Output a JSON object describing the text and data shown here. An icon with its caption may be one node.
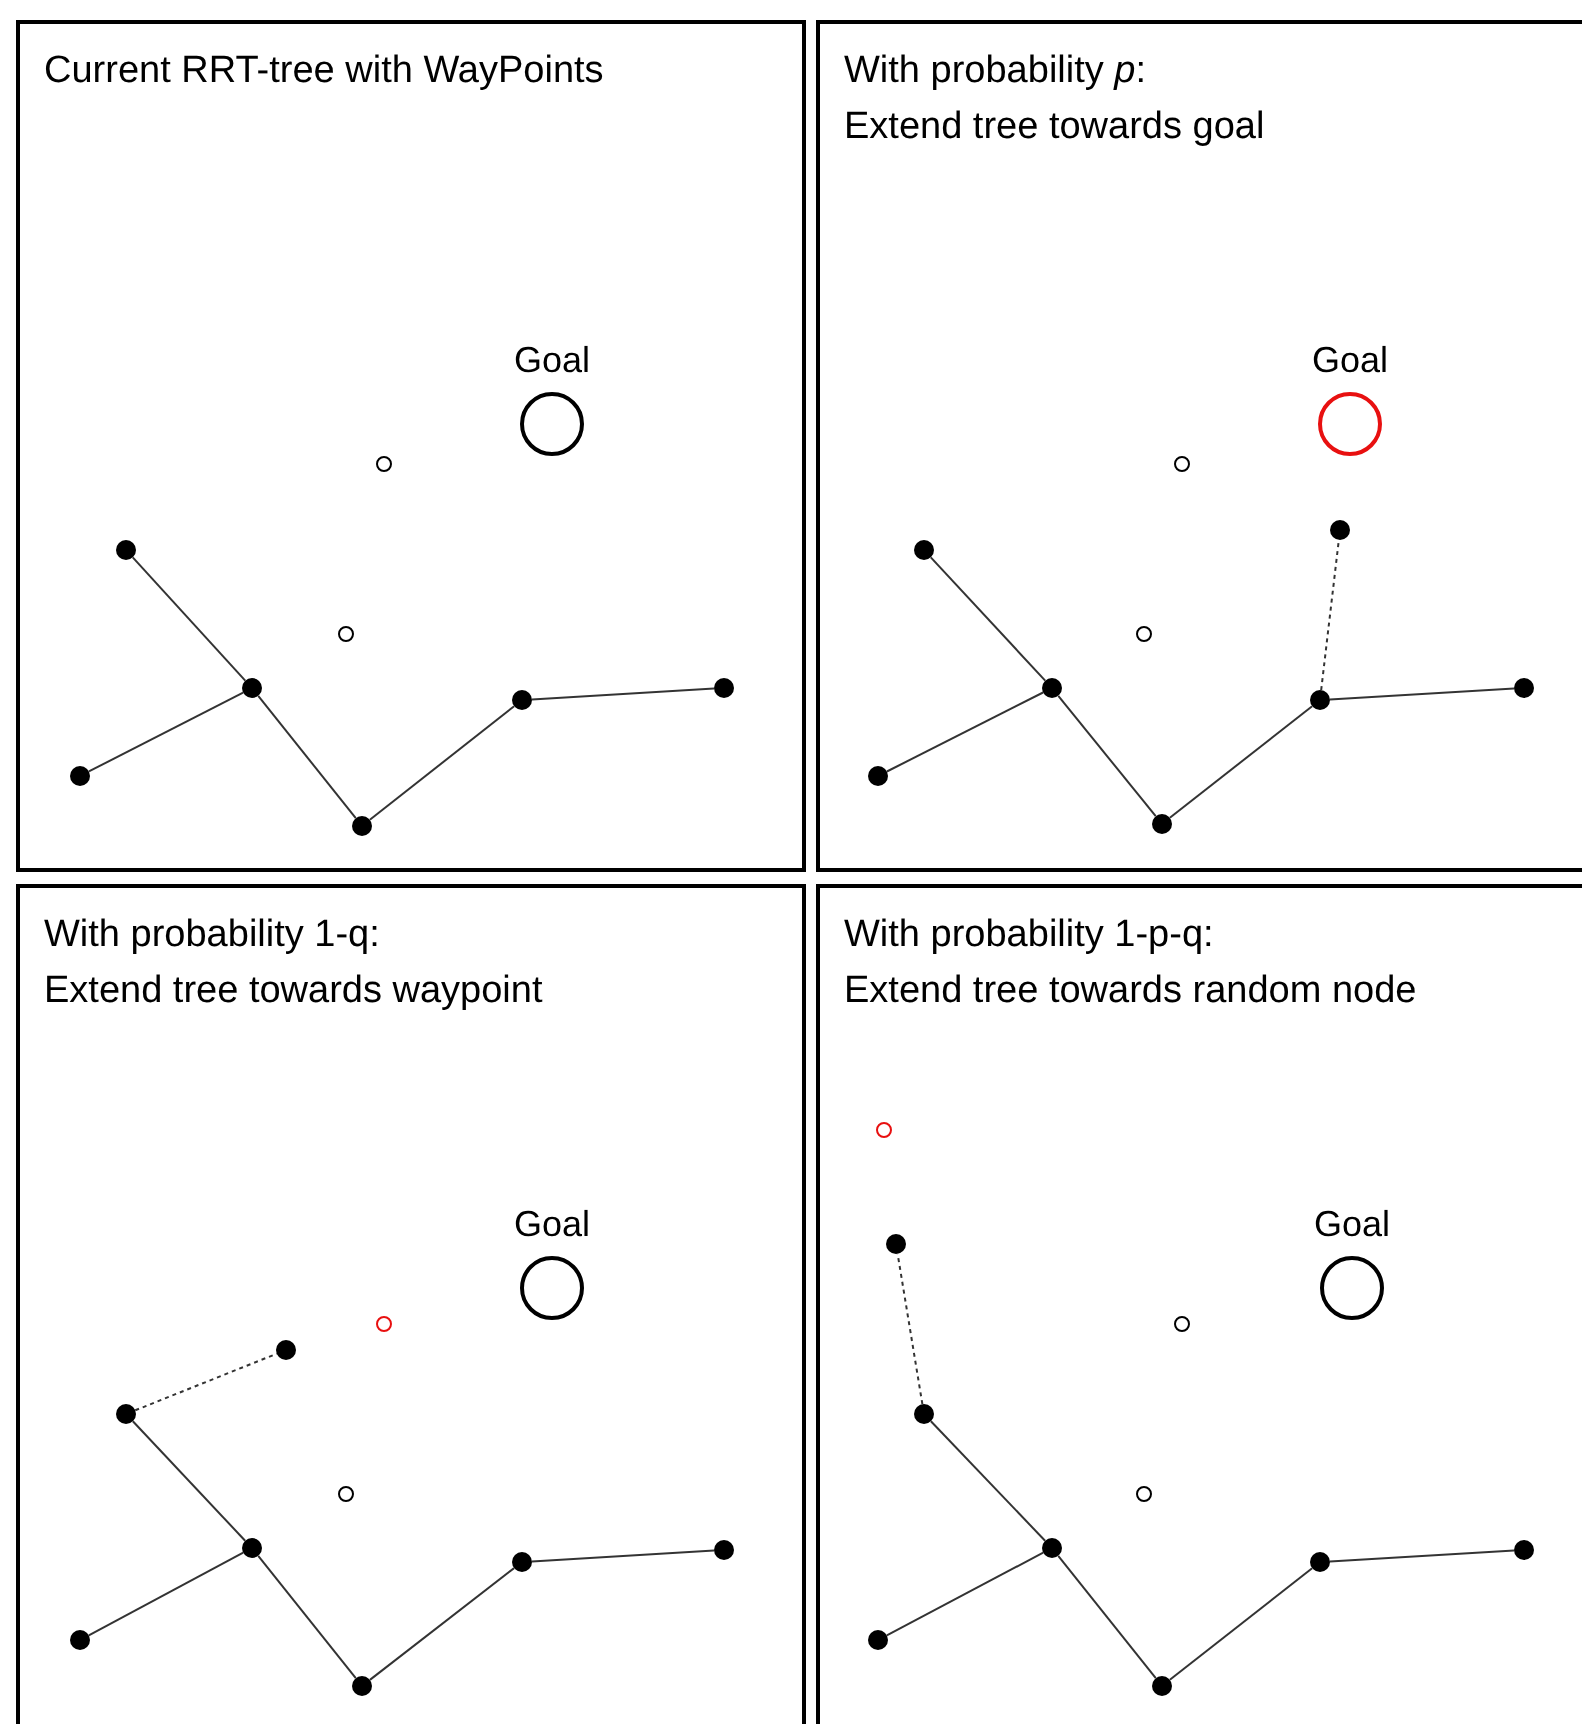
{
  "diagram": {
    "nodes": [
      {
        "text": [
          "Current RRT-tree with WayPoints"
        ]
      },
      {
        "text": [
          "Goal"
        ],
        "in": 0
      },
      {
        "text": [],
        "shape": "circle",
        "in": 0
      },
      {
        "text": [],
        "shape": "dot",
        "in": 0
      },
      {
        "text": [],
        "shape": "circle",
        "in": 0
      },
      {
        "text": [],
        "shape": "dot",
        "in": 0
      },
      {
        "text": [],
        "shape": "dot",
        "in": 0
      },
      {
        "text": [],
        "shape": "dot",
        "in": 0
      },
      {
        "text": [],
        "shape": "dot",
        "in": 0
      },
      {
        "text": [],
        "shape": "dot",
        "in": 0
      },
      {
        "text": [
          "With probability *p*:",
          "Extend tree towards goal"
        ]
      },
      {
        "text": [
          "Goal"
        ],
        "in": 10
      },
      {
        "text": [],
        "shape": "circle",
        "in": 10
      },
      {
        "text": [],
        "shape": "dot",
        "in": 10
      },
      {
        "text": [],
        "shape": "dot",
        "in": 10
      },
      {
        "text": [],
        "shape": "circle",
        "in": 10
      },
      {
        "text": [],
        "shape": "dot",
        "in": 10
      },
      {
        "text": [],
        "shape": "dot",
        "in": 10
      },
      {
        "text": [],
        "shape": "dot",
        "in": 10
      },
      {
        "text": [],
        "shape": "dot",
        "in": 10
      },
      {
        "text": [],
        "shape": "dot",
        "in": 10
      },
      {
        "text": [
          "With probability 1-q:",
          "Extend tree towards waypoint"
        ]
      },
      {
        "text": [
          "Goal"
        ],
        "in": 21
      },
      {
        "text": [],
        "shape": "circle",
        "in": 21
      },
      {
        "text": [],
        "shape": "dot",
        "in": 21
      },
      {
        "text": [],
        "shape": "dot",
        "in": 21
      },
      {
        "text": [],
        "shape": "circle",
        "in": 21
      },
      {
        "text": [],
        "shape": "dot",
        "in": 21
      },
      {
        "text": [],
        "shape": "dot",
        "in": 21
      },
      {
        "text": [],
        "shape": "dot",
        "in": 21
      },
      {
        "text": [],
        "shape": "dot",
        "in": 21
      },
      {
        "text": [],
        "shape": "dot",
        "in": 21
      },
      {
        "text": [
          "With probability 1-p-q:",
          "Extend tree towards random node"
        ]
      },
      {
        "text": [],
        "shape": "circle",
        "in": 32
      },
      {
        "text": [],
        "shape": "dot",
        "in": 32
      },
      {
        "text": [
          "Goal"
        ],
        "in": 32
      },
      {
        "text": [],
        "shape": "circle",
        "in": 32
      },
      {
        "text": [],
        "shape": "dot",
        "in": 32
      },
      {
        "text": [],
        "shape": "circle",
        "in": 32
      },
      {
        "text": [],
        "shape": "dot",
        "in": 32
      },
      {
        "text": [],
        "shape": "dot",
        "in": 32
      },
      {
        "text": [],
        "shape": "dot",
        "in": 32
      },
      {
        "text": [],
        "shape": "dot",
        "in": 32
      },
      {
        "text": [],
        "shape": "dot",
        "in": 32
      }
    ],
    "edges": [
      {
        "from": 3,
        "to": 5,
        "arrow": "none"
      },
      {
        "from": 5,
        "to": 8,
        "arrow": "none"
      },
      {
        "from": 5,
        "to": 9,
        "arrow": "none"
      },
      {
        "from": 9,
        "to": 6,
        "arrow": "none"
      },
      {
        "from": 6,
        "to": 7,
        "arrow": "none"
      },
      {
        "from": 14,
        "to": 16,
        "arrow": "none"
      },
      {
        "from": 16,
        "to": 19,
        "arrow": "none"
      },
      {
        "from": 16,
        "to": 20,
        "arrow": "none"
      },
      {
        "from": 20,
        "to": 17,
        "arrow": "none"
      },
      {
        "from": 17,
        "to": 18,
        "arrow": "none"
      },
      {
        "from": 17,
        "to": 13,
        "arrow": "none",
        "style": "dashed"
      },
      {
        "from": 25,
        "to": 27,
        "arrow": "none"
      },
      {
        "from": 27,
        "to": 30,
        "arrow": "none"
      },
      {
        "from": 27,
        "to": 31,
        "arrow": "none"
      },
      {
        "from": 31,
        "to": 28,
        "arrow": "none"
      },
      {
        "from": 28,
        "to": 29,
        "arrow": "none"
      },
      {
        "from": 25,
        "to": 24,
        "arrow": "none",
        "style": "dashed"
      },
      {
        "from": 37,
        "to": 39,
        "arrow": "none"
      },
      {
        "from": 39,
        "to": 42,
        "arrow": "none"
      },
      {
        "from": 39,
        "to": 43,
        "arrow": "none"
      },
      {
        "from": 43,
        "to": 40,
        "arrow": "none"
      },
      {
        "from": 40,
        "to": 41,
        "arrow": "none"
      },
      {
        "from": 37,
        "to": 34,
        "arrow": "none",
        "style": "dashed"
      }
    ]
  }
}
